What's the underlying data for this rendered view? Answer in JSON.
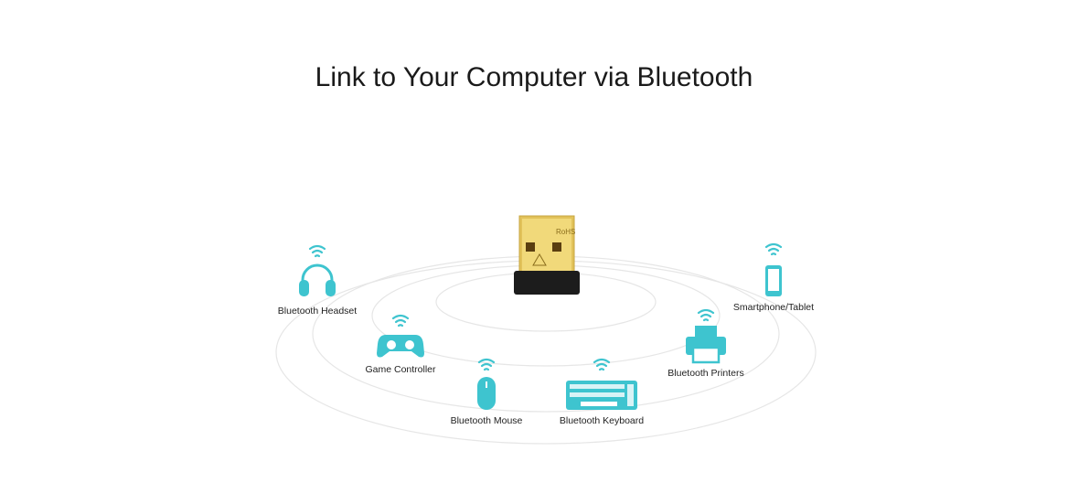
{
  "title": "Link to Your Computer via Bluetooth",
  "accent": "#3ec4cf",
  "devices": {
    "headset": "Bluetooth Headset",
    "controller": "Game Controller",
    "mouse": "Bluetooth Mouse",
    "keyboard": "Bluetooth Keyboard",
    "printers": "Bluetooth Printers",
    "phone": "Smartphone/Tablet"
  },
  "adapter": {
    "marking": "RoHS"
  }
}
